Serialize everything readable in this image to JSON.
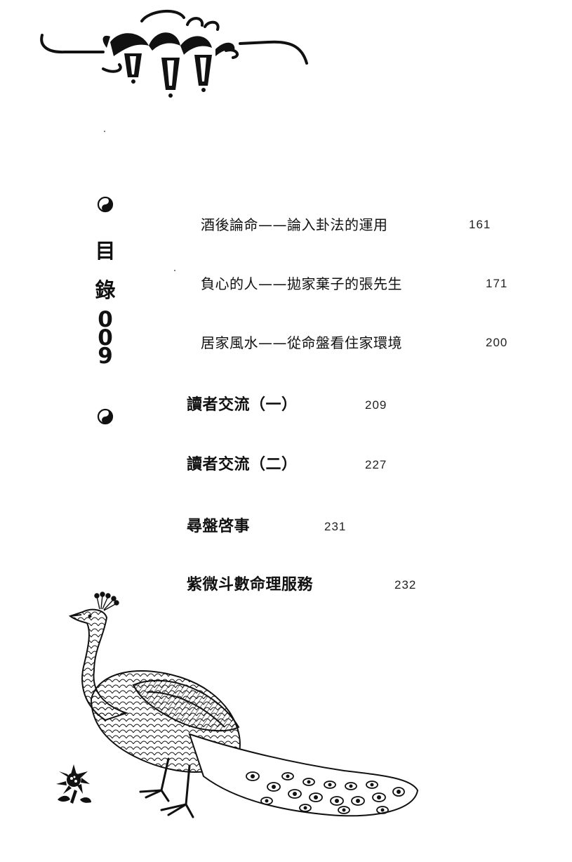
{
  "sidebar": {
    "title_chars": [
      "目",
      "錄"
    ],
    "number_digits": [
      "0",
      "0",
      "9"
    ]
  },
  "toc": {
    "entries": [
      {
        "title": "酒後論命——論入卦法的運用",
        "page": "161"
      },
      {
        "title": "負心的人——拋家棄子的張先生",
        "page": "171"
      },
      {
        "title": "居家風水——從命盤看住家環境",
        "page": "200"
      },
      {
        "title": "讀者交流（一）",
        "page": "209"
      },
      {
        "title": "讀者交流（二）",
        "page": "227"
      },
      {
        "title": "尋盤啓事",
        "page": "231"
      },
      {
        "title": "紫微斗數命理服務",
        "page": "232"
      }
    ]
  },
  "decor": {
    "ink_color": "#111111",
    "paper_color": "#ffffff",
    "icons": [
      "floral-ornament-icon",
      "yin-yang-icon",
      "peacock-illustration",
      "chrysanthemum-icon"
    ]
  }
}
